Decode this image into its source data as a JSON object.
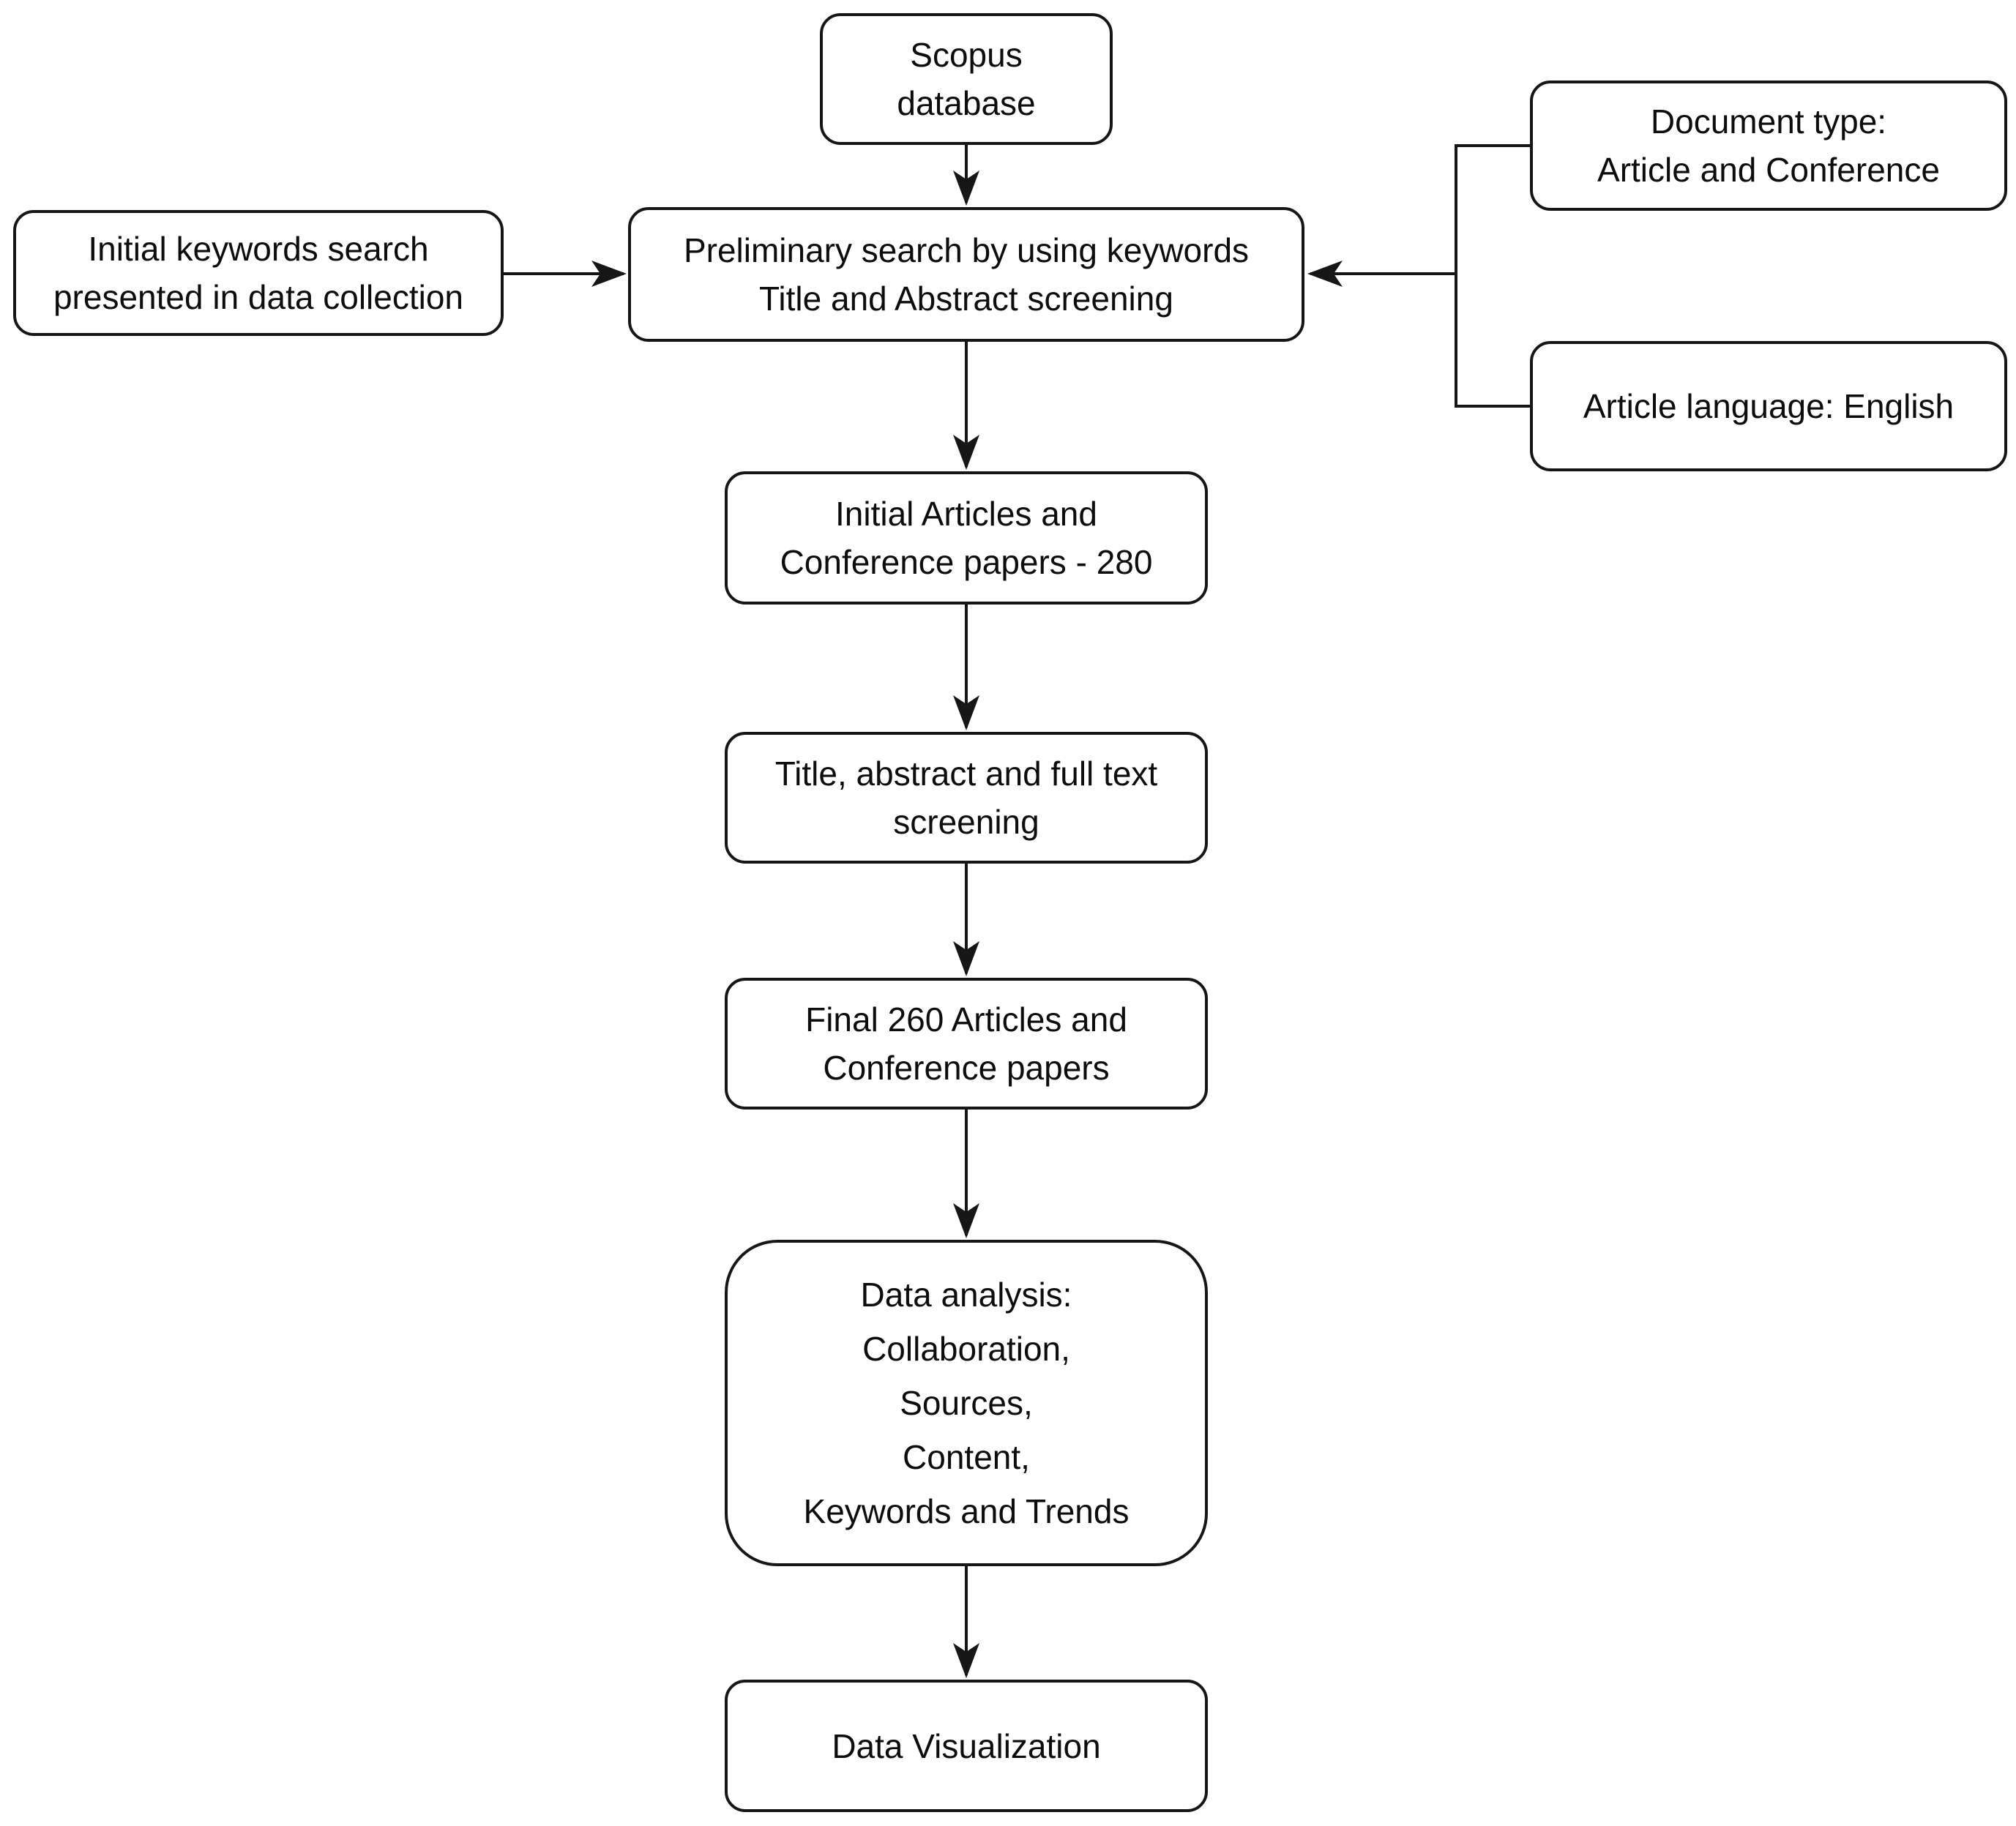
{
  "diagram": {
    "nodes": {
      "scopus": {
        "label": "Scopus\ndatabase"
      },
      "initial_keywords": {
        "label": "Initial keywords search\npresented in data collection"
      },
      "preliminary": {
        "label": "Preliminary search by using keywords\nTitle and Abstract screening"
      },
      "document_type": {
        "label": "Document type:\nArticle and Conference"
      },
      "article_language": {
        "label": "Article language: English"
      },
      "initial_articles": {
        "label": "Initial Articles and\nConference papers - 280"
      },
      "title_screening": {
        "label": "Title, abstract and full text\nscreening"
      },
      "final_articles": {
        "label": "Final 260 Articles and\nConference papers"
      },
      "data_analysis": {
        "label": "Data analysis:\nCollaboration,\nSources,\nContent,\nKeywords and Trends"
      },
      "data_visualization": {
        "label": "Data Visualization"
      }
    },
    "counts": {
      "initial_papers": "280",
      "final_papers": "260"
    },
    "colors": {
      "background": "#ffffff",
      "box_fill": "#ffffff",
      "box_border": "#161616",
      "text": "#0d0d0d",
      "arrow": "#161616"
    }
  }
}
